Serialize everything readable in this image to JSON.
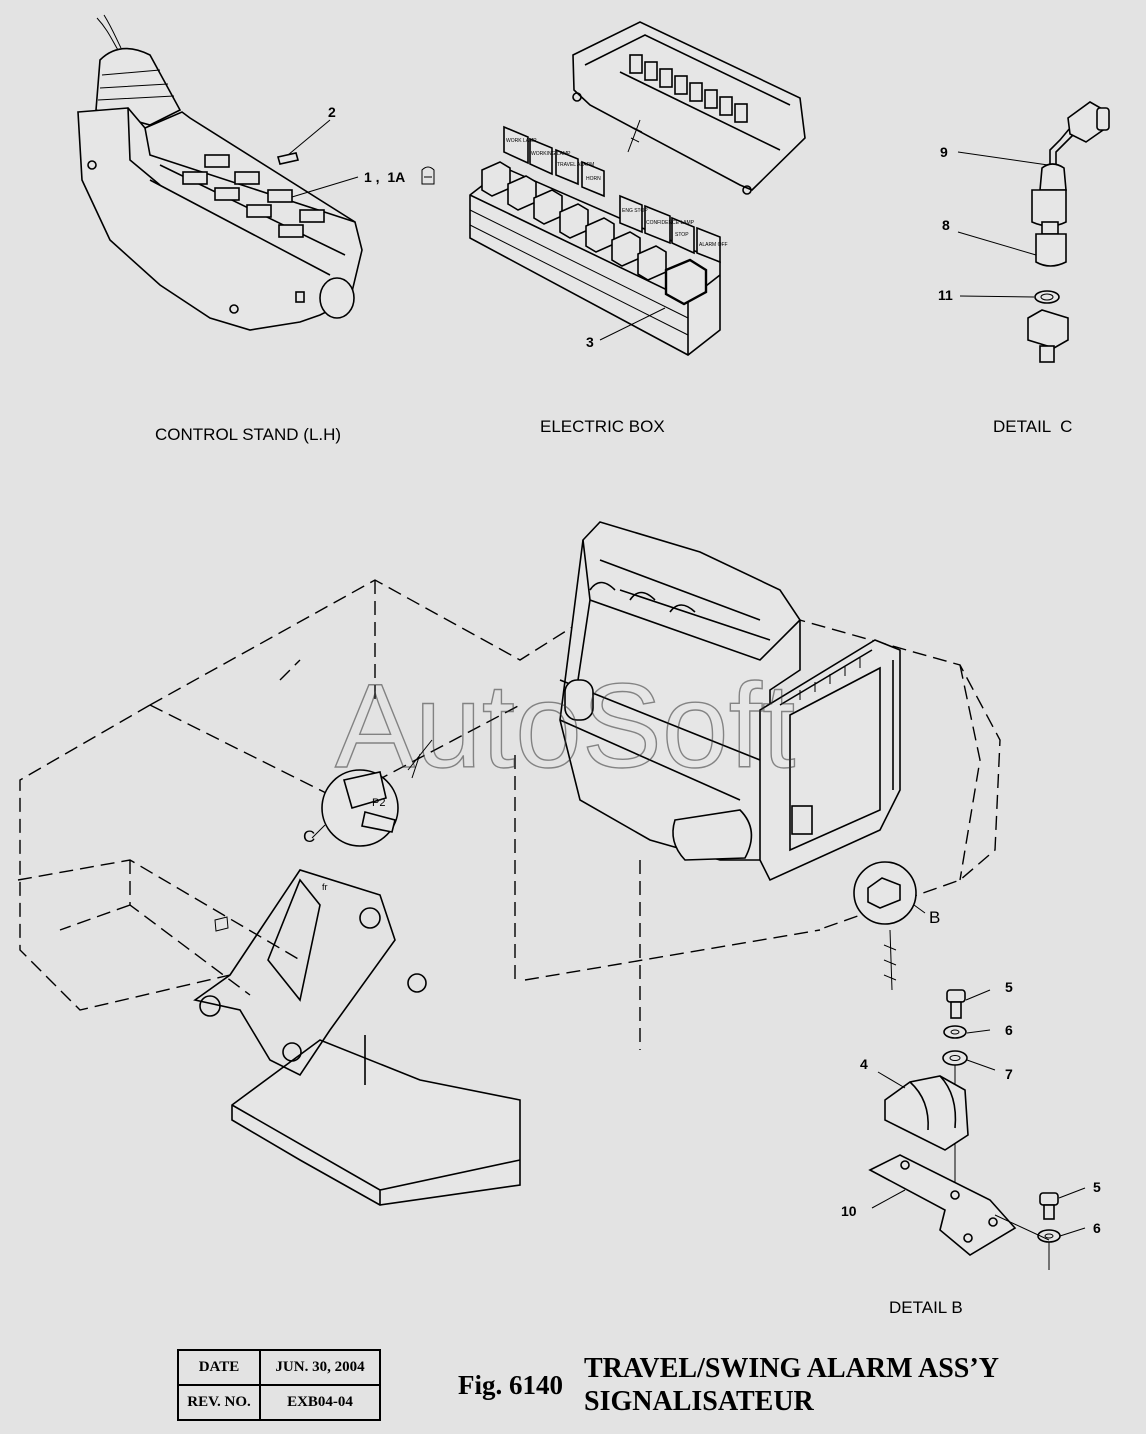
{
  "watermark": "AutoSoft",
  "captions": {
    "control_stand": "CONTROL STAND (L.H)",
    "electric_box": "ELECTRIC BOX",
    "detail_c": "DETAIL  C",
    "detail_b": "DETAIL B"
  },
  "callouts": {
    "p1": "1 ,  1A",
    "p2": "2",
    "p3": "3",
    "p4": "4",
    "p5a": "5",
    "p5b": "5",
    "p6a": "6",
    "p6b": "6",
    "p7": "7",
    "p8": "8",
    "p9": "9",
    "p10": "10",
    "p11": "11",
    "detail_c_ref": "C",
    "detail_b_ref": "B",
    "connector": "P2",
    "frame_mark": "fr"
  },
  "electric_box_labels": [
    "WORK LAMP",
    "WORKING LAMP",
    "TRAVEL ALARM",
    "HORN",
    "ENG STOP",
    "CONFIDENCE LAMP",
    "STOP",
    "ALARM OFF"
  ],
  "title_block": {
    "date_label": "DATE",
    "date_value": "JUN. 30, 2004",
    "rev_label": "REV. NO.",
    "rev_value": "EXB04-04"
  },
  "figure": {
    "number": "Fig. 6140",
    "title_line1": "TRAVEL/SWING ALARM ASS’Y",
    "title_line2": "SIGNALISATEUR"
  }
}
